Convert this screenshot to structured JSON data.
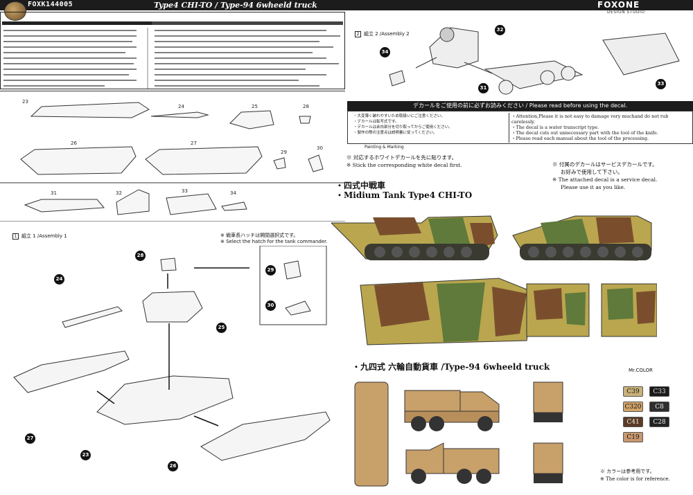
{
  "header": {
    "code": "FOXK144005",
    "title": "Type4 CHI-TO / Type-94 6wheeld truck",
    "brand": "FOXONE",
    "brand_sub": "DESIGN STUDIO"
  },
  "parts_row1": [
    "23",
    "24",
    "25",
    "28"
  ],
  "parts_row2": [
    "26",
    "27",
    "29",
    "30"
  ],
  "parts_row3": [
    "31",
    "32",
    "33",
    "34"
  ],
  "assembly1": {
    "label": "組立 1 /Assembly 1",
    "num": "1",
    "note_jp": "※ 戦車長ハッチは開閉選択式です。",
    "note_en": "※ Select the hatch for the tank commander.",
    "badges": [
      "28",
      "24",
      "25",
      "29",
      "30",
      "27",
      "23",
      "26"
    ]
  },
  "assembly2": {
    "label": "組立 2 /Assembly 2",
    "num": "2",
    "badges": [
      "32",
      "34",
      "31",
      "33"
    ]
  },
  "decal": {
    "bar": "デカールをご使用の前に必ずお読みください / Please read before using the decal.",
    "jp": [
      "・大変薄く破れやすいため取扱いにご注意ください。",
      "・デカールは転写式です。",
      "・デカールは余白部分を切り取ってからご使用ください。",
      "・製作の際の注意点は説明書に従ってください。"
    ],
    "en": [
      "・Attention,Please it is not easy to damage very muchand do not rub carelessly.",
      "・The decal is a water transcript type.",
      "・The decal cuts out unnecessary part with the tool of the knife.",
      "・Please read each manual about the tool of the processing."
    ],
    "footer": "Painting & Marking"
  },
  "notes": {
    "white_jp": "※ 対応するホワイトデカールを先に貼ります。",
    "white_en": "※ Stick the corresponding white decal first.",
    "service_jp1": "※ 付属のデカールはサービスデカールです。",
    "service_jp2": "お好みで使用して下さい。",
    "service_en1": "※ The attached decal is a service decal.",
    "service_en2": "Please use it as you like.",
    "ref_jp": "※ カラーは参考用です。",
    "ref_en": "※ The color is for reference."
  },
  "tank_section": {
    "title_jp": "・四式中戦車",
    "title_en": "・Midium Tank Type4 CHI-TO"
  },
  "truck_section": {
    "title": "・九四式 六輪自動貨車 /Type-94 6wheeld truck"
  },
  "mr_color": {
    "title": "Mr.COLOR",
    "chips": [
      {
        "label": "C39",
        "bg": "#c9b27a",
        "fg": "#111"
      },
      {
        "label": "C33",
        "bg": "#1a1a1a",
        "fg": "#ddd"
      },
      {
        "label": "C320",
        "bg": "#d2a36a",
        "fg": "#111"
      },
      {
        "label": "C8",
        "bg": "#2e2e2e",
        "fg": "#eee"
      },
      {
        "label": "C41",
        "bg": "#5a3b26",
        "fg": "#eee"
      },
      {
        "label": "C28",
        "bg": "#222",
        "fg": "#eee"
      },
      {
        "label": "C19",
        "bg": "#c99870",
        "fg": "#111"
      }
    ]
  },
  "colors": {
    "tank_yellow": "#b9a64f",
    "tank_green": "#5f7a3a",
    "tank_brown": "#7a4e2d",
    "truck_tan": "#c8a06a"
  }
}
